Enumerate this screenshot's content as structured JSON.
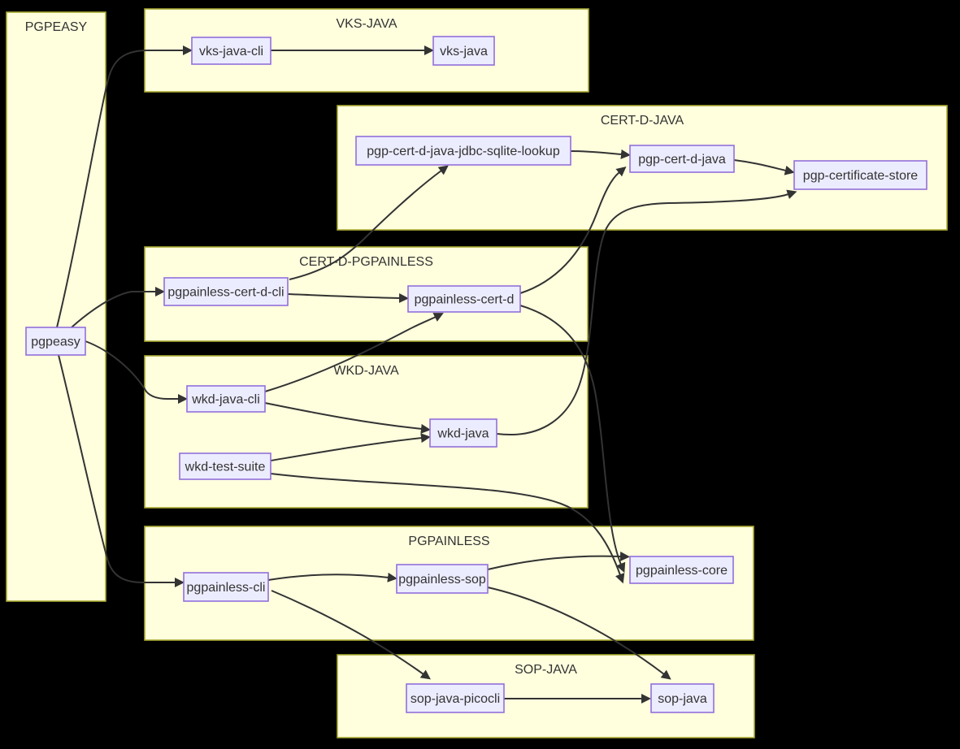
{
  "diagram": {
    "kind": "dependency-flowchart",
    "background": "#000000",
    "theme": {
      "cluster_fill": "#FFFFDE",
      "cluster_border": "#AAAA33",
      "node_fill": "#ECECFF",
      "node_border": "#9370DB",
      "edge_color": "#333333",
      "text_color": "#333333"
    },
    "clusters": [
      {
        "id": "pgpeasy",
        "label": "PGPEASY"
      },
      {
        "id": "vks-java",
        "label": "VKS-JAVA"
      },
      {
        "id": "cert-d-java",
        "label": "CERT-D-JAVA"
      },
      {
        "id": "cert-d-pgpainless",
        "label": "CERT-D-PGPAINLESS"
      },
      {
        "id": "wkd-java",
        "label": "WKD-JAVA"
      },
      {
        "id": "pgpainless",
        "label": "PGPAINLESS"
      },
      {
        "id": "sop-java",
        "label": "SOP-JAVA"
      }
    ],
    "nodes": [
      {
        "id": "pgpeasy",
        "label": "pgpeasy",
        "cluster": "pgpeasy"
      },
      {
        "id": "vks-java-cli",
        "label": "vks-java-cli",
        "cluster": "vks-java"
      },
      {
        "id": "vks-java",
        "label": "vks-java",
        "cluster": "vks-java"
      },
      {
        "id": "pgp-cert-d-java-jdbc-sqlite-lookup",
        "label": "pgp-cert-d-java-jdbc-sqlite-lookup",
        "cluster": "cert-d-java"
      },
      {
        "id": "pgp-cert-d-java",
        "label": "pgp-cert-d-java",
        "cluster": "cert-d-java"
      },
      {
        "id": "pgp-certificate-store",
        "label": "pgp-certificate-store",
        "cluster": "cert-d-java"
      },
      {
        "id": "pgpainless-cert-d-cli",
        "label": "pgpainless-cert-d-cli",
        "cluster": "cert-d-pgpainless"
      },
      {
        "id": "pgpainless-cert-d",
        "label": "pgpainless-cert-d",
        "cluster": "cert-d-pgpainless"
      },
      {
        "id": "wkd-java-cli",
        "label": "wkd-java-cli",
        "cluster": "wkd-java"
      },
      {
        "id": "wkd-java",
        "label": "wkd-java",
        "cluster": "wkd-java"
      },
      {
        "id": "wkd-test-suite",
        "label": "wkd-test-suite",
        "cluster": "wkd-java"
      },
      {
        "id": "pgpainless-cli",
        "label": "pgpainless-cli",
        "cluster": "pgpainless"
      },
      {
        "id": "pgpainless-sop",
        "label": "pgpainless-sop",
        "cluster": "pgpainless"
      },
      {
        "id": "pgpainless-core",
        "label": "pgpainless-core",
        "cluster": "pgpainless"
      },
      {
        "id": "sop-java-picocli",
        "label": "sop-java-picocli",
        "cluster": "sop-java"
      },
      {
        "id": "sop-java",
        "label": "sop-java",
        "cluster": "sop-java"
      }
    ],
    "edges": [
      {
        "from": "pgpeasy",
        "to": "vks-java-cli"
      },
      {
        "from": "pgpeasy",
        "to": "pgpainless-cert-d-cli"
      },
      {
        "from": "pgpeasy",
        "to": "wkd-java-cli"
      },
      {
        "from": "pgpeasy",
        "to": "pgpainless-cli"
      },
      {
        "from": "vks-java-cli",
        "to": "vks-java"
      },
      {
        "from": "pgpainless-cert-d-cli",
        "to": "pgp-cert-d-java-jdbc-sqlite-lookup"
      },
      {
        "from": "pgpainless-cert-d-cli",
        "to": "pgpainless-cert-d"
      },
      {
        "from": "pgp-cert-d-java-jdbc-sqlite-lookup",
        "to": "pgp-cert-d-java"
      },
      {
        "from": "pgp-cert-d-java",
        "to": "pgp-certificate-store"
      },
      {
        "from": "pgpainless-cert-d",
        "to": "pgp-cert-d-java"
      },
      {
        "from": "pgpainless-cert-d",
        "to": "pgpainless-core"
      },
      {
        "from": "wkd-java-cli",
        "to": "wkd-java"
      },
      {
        "from": "wkd-java-cli",
        "to": "pgpainless-cert-d"
      },
      {
        "from": "wkd-java",
        "to": "pgp-certificate-store"
      },
      {
        "from": "wkd-test-suite",
        "to": "wkd-java"
      },
      {
        "from": "wkd-test-suite",
        "to": "pgpainless-core"
      },
      {
        "from": "pgpainless-cli",
        "to": "pgpainless-sop"
      },
      {
        "from": "pgpainless-cli",
        "to": "sop-java-picocli"
      },
      {
        "from": "pgpainless-sop",
        "to": "pgpainless-core"
      },
      {
        "from": "pgpainless-sop",
        "to": "sop-java"
      },
      {
        "from": "sop-java-picocli",
        "to": "sop-java"
      }
    ]
  }
}
